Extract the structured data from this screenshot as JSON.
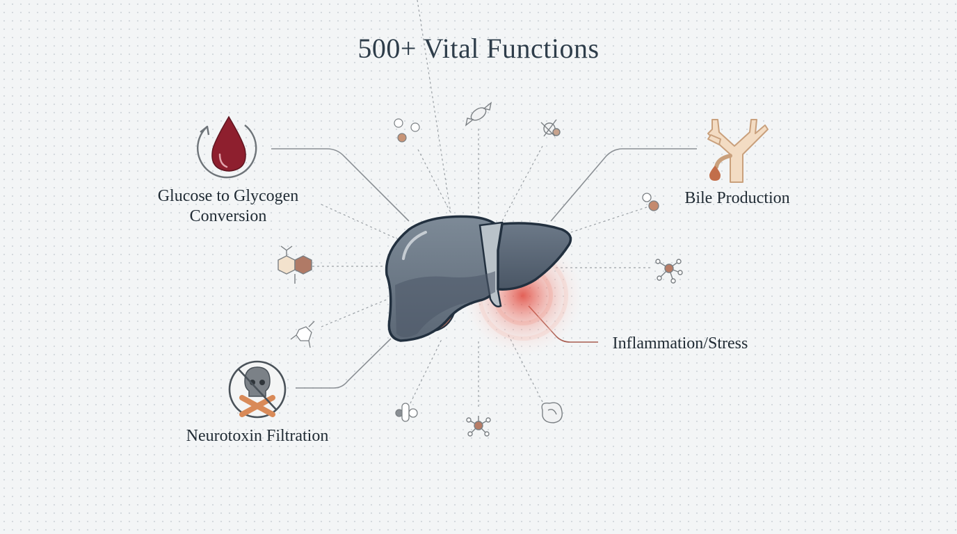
{
  "title": "500+ Vital Functions",
  "functions": {
    "glucose": {
      "line1": "Glucose to Glycogen",
      "line2": "Conversion",
      "icon": "blood-drop-cycle-icon"
    },
    "bile": {
      "label": "Bile Production",
      "icon": "bile-duct-icon"
    },
    "inflammation": {
      "label": "Inflammation/Stress",
      "icon": "inflammation-glow"
    },
    "neurotoxin": {
      "label": "Neurotoxin Filtration",
      "icon": "prohibited-skull-icon"
    }
  },
  "colors": {
    "title": "#2e3d4a",
    "liver": "#6b7886",
    "liver_outline": "#22303f",
    "blood": "#8e1f2e",
    "bile": "#e8c9a8",
    "inflammation": "#e0473c",
    "connector": "#8a8f94"
  }
}
